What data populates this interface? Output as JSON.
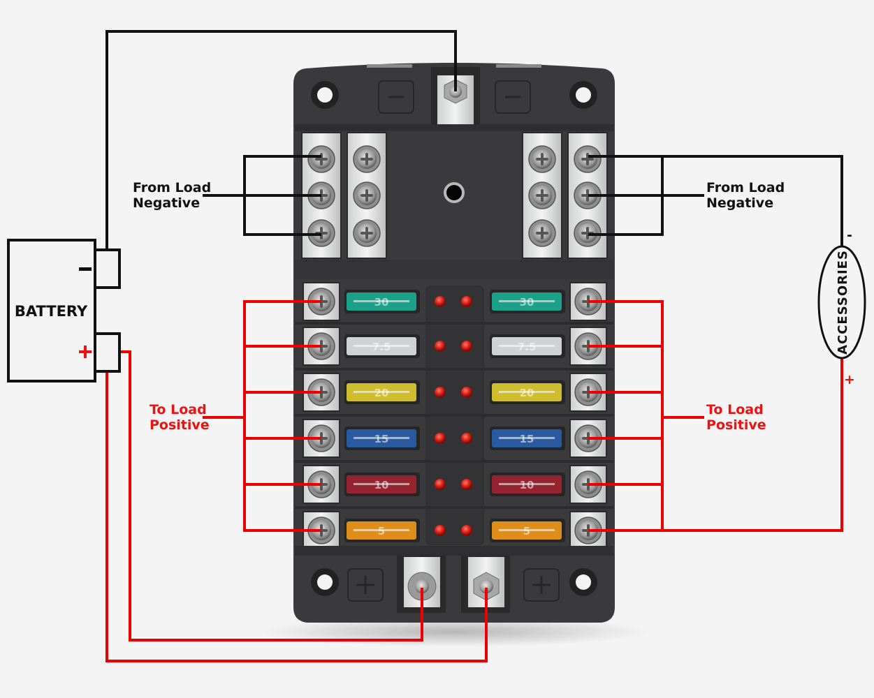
{
  "diagram": {
    "title": "12-Way Blade Fuse Box Wiring Diagram",
    "battery": {
      "label": "BATTERY",
      "negative_symbol": "−",
      "positive_symbol": "+"
    },
    "accessories": {
      "label": "ACCESSORIES",
      "negative_symbol": "-",
      "positive_symbol": "+"
    },
    "labels": {
      "left_negative": [
        "From Load",
        "Negative"
      ],
      "right_negative": [
        "From Load",
        "Negative"
      ],
      "left_positive": [
        "To Load",
        "Positive"
      ],
      "right_positive": [
        "To Load",
        "Positive"
      ]
    },
    "fuse_block": {
      "top_terminal_label": "−",
      "bottom_terminal_label": "+",
      "fuse_rows": [
        {
          "rating": "30",
          "color": "#1aa88e"
        },
        {
          "rating": "7.5",
          "color": "#d8dadb"
        },
        {
          "rating": "20",
          "color": "#d8c530"
        },
        {
          "rating": "15",
          "color": "#2a5ea8"
        },
        {
          "rating": "10",
          "color": "#9a2430"
        },
        {
          "rating": "5",
          "color": "#e89418"
        }
      ],
      "led_color": "#d81c14",
      "negative_bus_screws_per_strip": 3,
      "negative_bus_strips": 4
    },
    "colors": {
      "negative_wire": "#111111",
      "positive_wire": "#ee0000",
      "block_body": "#3a3a3c",
      "background": "#f4f4f4"
    }
  }
}
